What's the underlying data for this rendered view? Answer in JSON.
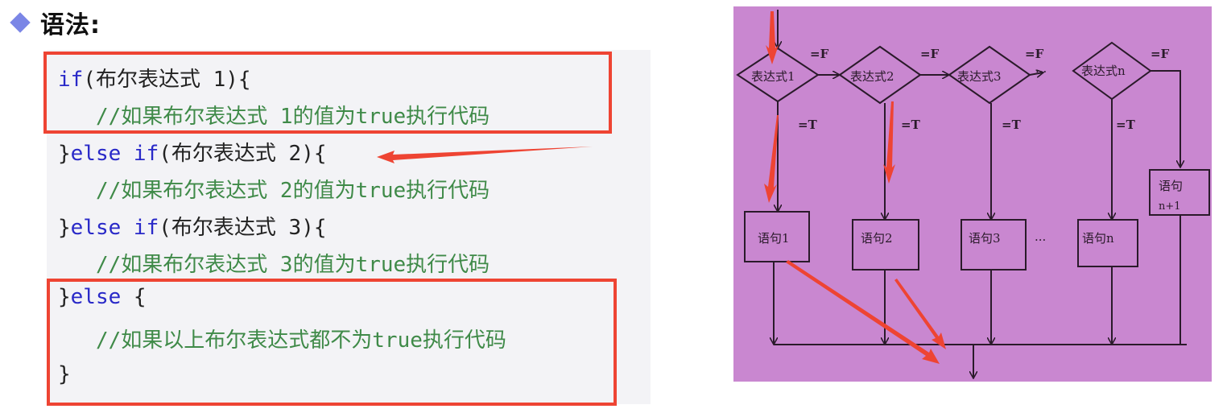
{
  "heading": {
    "bullet_icon": "diamond-bullet",
    "text": "语法:"
  },
  "code": {
    "lines": [
      {
        "parts": [
          {
            "t": "if",
            "c": "kw"
          },
          {
            "t": "(布尔表达式 1){",
            "c": ""
          }
        ]
      },
      {
        "parts": [
          {
            "t": "   //如果布尔表达式 1的值为true执行代码",
            "c": "cm"
          }
        ]
      },
      {
        "parts": [
          {
            "t": "}",
            "c": ""
          },
          {
            "t": "else if",
            "c": "kw"
          },
          {
            "t": "(布尔表达式 2){",
            "c": ""
          }
        ]
      },
      {
        "parts": [
          {
            "t": "   //如果布尔表达式 2的值为true执行代码",
            "c": "cm"
          }
        ]
      },
      {
        "parts": [
          {
            "t": "}",
            "c": ""
          },
          {
            "t": "else if",
            "c": "kw"
          },
          {
            "t": "(布尔表达式 3){",
            "c": ""
          }
        ]
      },
      {
        "parts": [
          {
            "t": "   //如果布尔表达式 3的值为true执行代码",
            "c": "cm"
          }
        ]
      },
      {
        "parts": [
          {
            "t": "}",
            "c": ""
          },
          {
            "t": "else",
            "c": "kw"
          },
          {
            "t": " {",
            "c": ""
          }
        ]
      },
      {
        "parts": [
          {
            "t": "   //如果以上布尔表达式都不为true执行代码",
            "c": "cm"
          }
        ]
      },
      {
        "parts": [
          {
            "t": "}",
            "c": ""
          }
        ]
      }
    ]
  },
  "flowchart": {
    "conditions": [
      "表达式1",
      "表达式2",
      "表达式3",
      "表达式n"
    ],
    "false_label": "=F",
    "true_label": "=T",
    "statements": [
      "语句1",
      "语句2",
      "语句3",
      "语句n"
    ],
    "else_statement": [
      "语句",
      "n+1"
    ],
    "ellipsis": "···"
  },
  "colors": {
    "keyword": "#2929c8",
    "comment": "#3f8a48",
    "highlight": "#ee4433",
    "diagram_bg": "#c987d0",
    "bullet": "#7b86e6"
  }
}
